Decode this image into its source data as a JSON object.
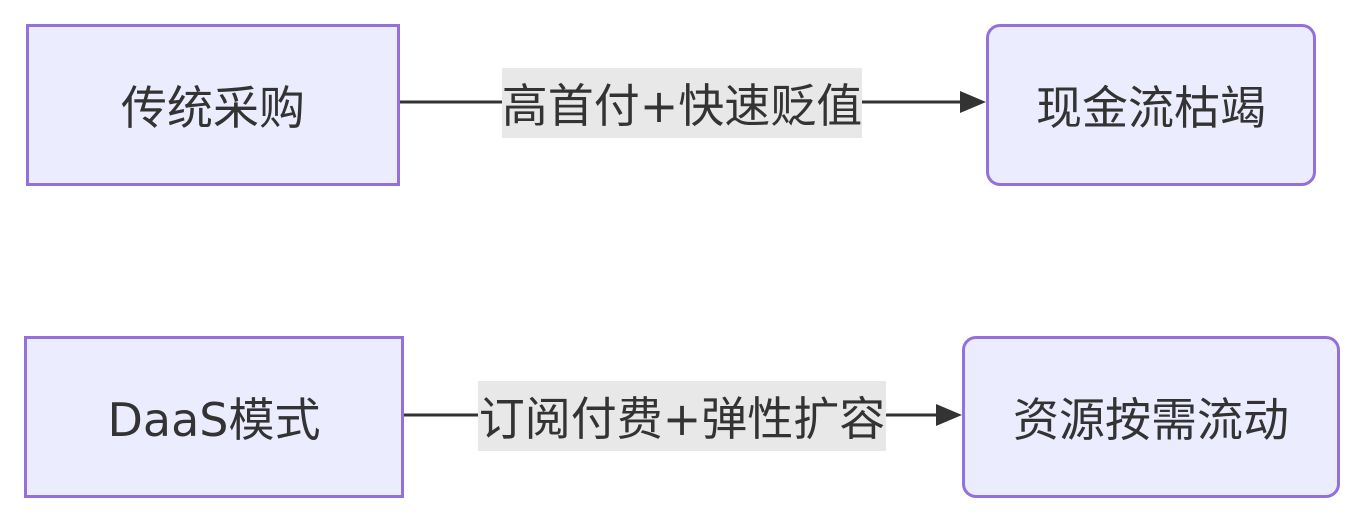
{
  "diagram": {
    "rows": [
      {
        "source": {
          "label": "传统采购"
        },
        "edge": {
          "label": "高首付+快速贬值"
        },
        "target": {
          "label": "现金流枯竭"
        }
      },
      {
        "source": {
          "label": "DaaS模式"
        },
        "edge": {
          "label": "订阅付费+弹性扩容"
        },
        "target": {
          "label": "资源按需流动"
        }
      }
    ]
  },
  "colors": {
    "node_fill": "#ECECFF",
    "node_stroke": "#9370DB",
    "edge": "#333333",
    "label_bg": "#E8E8E8",
    "text": "#333333"
  }
}
